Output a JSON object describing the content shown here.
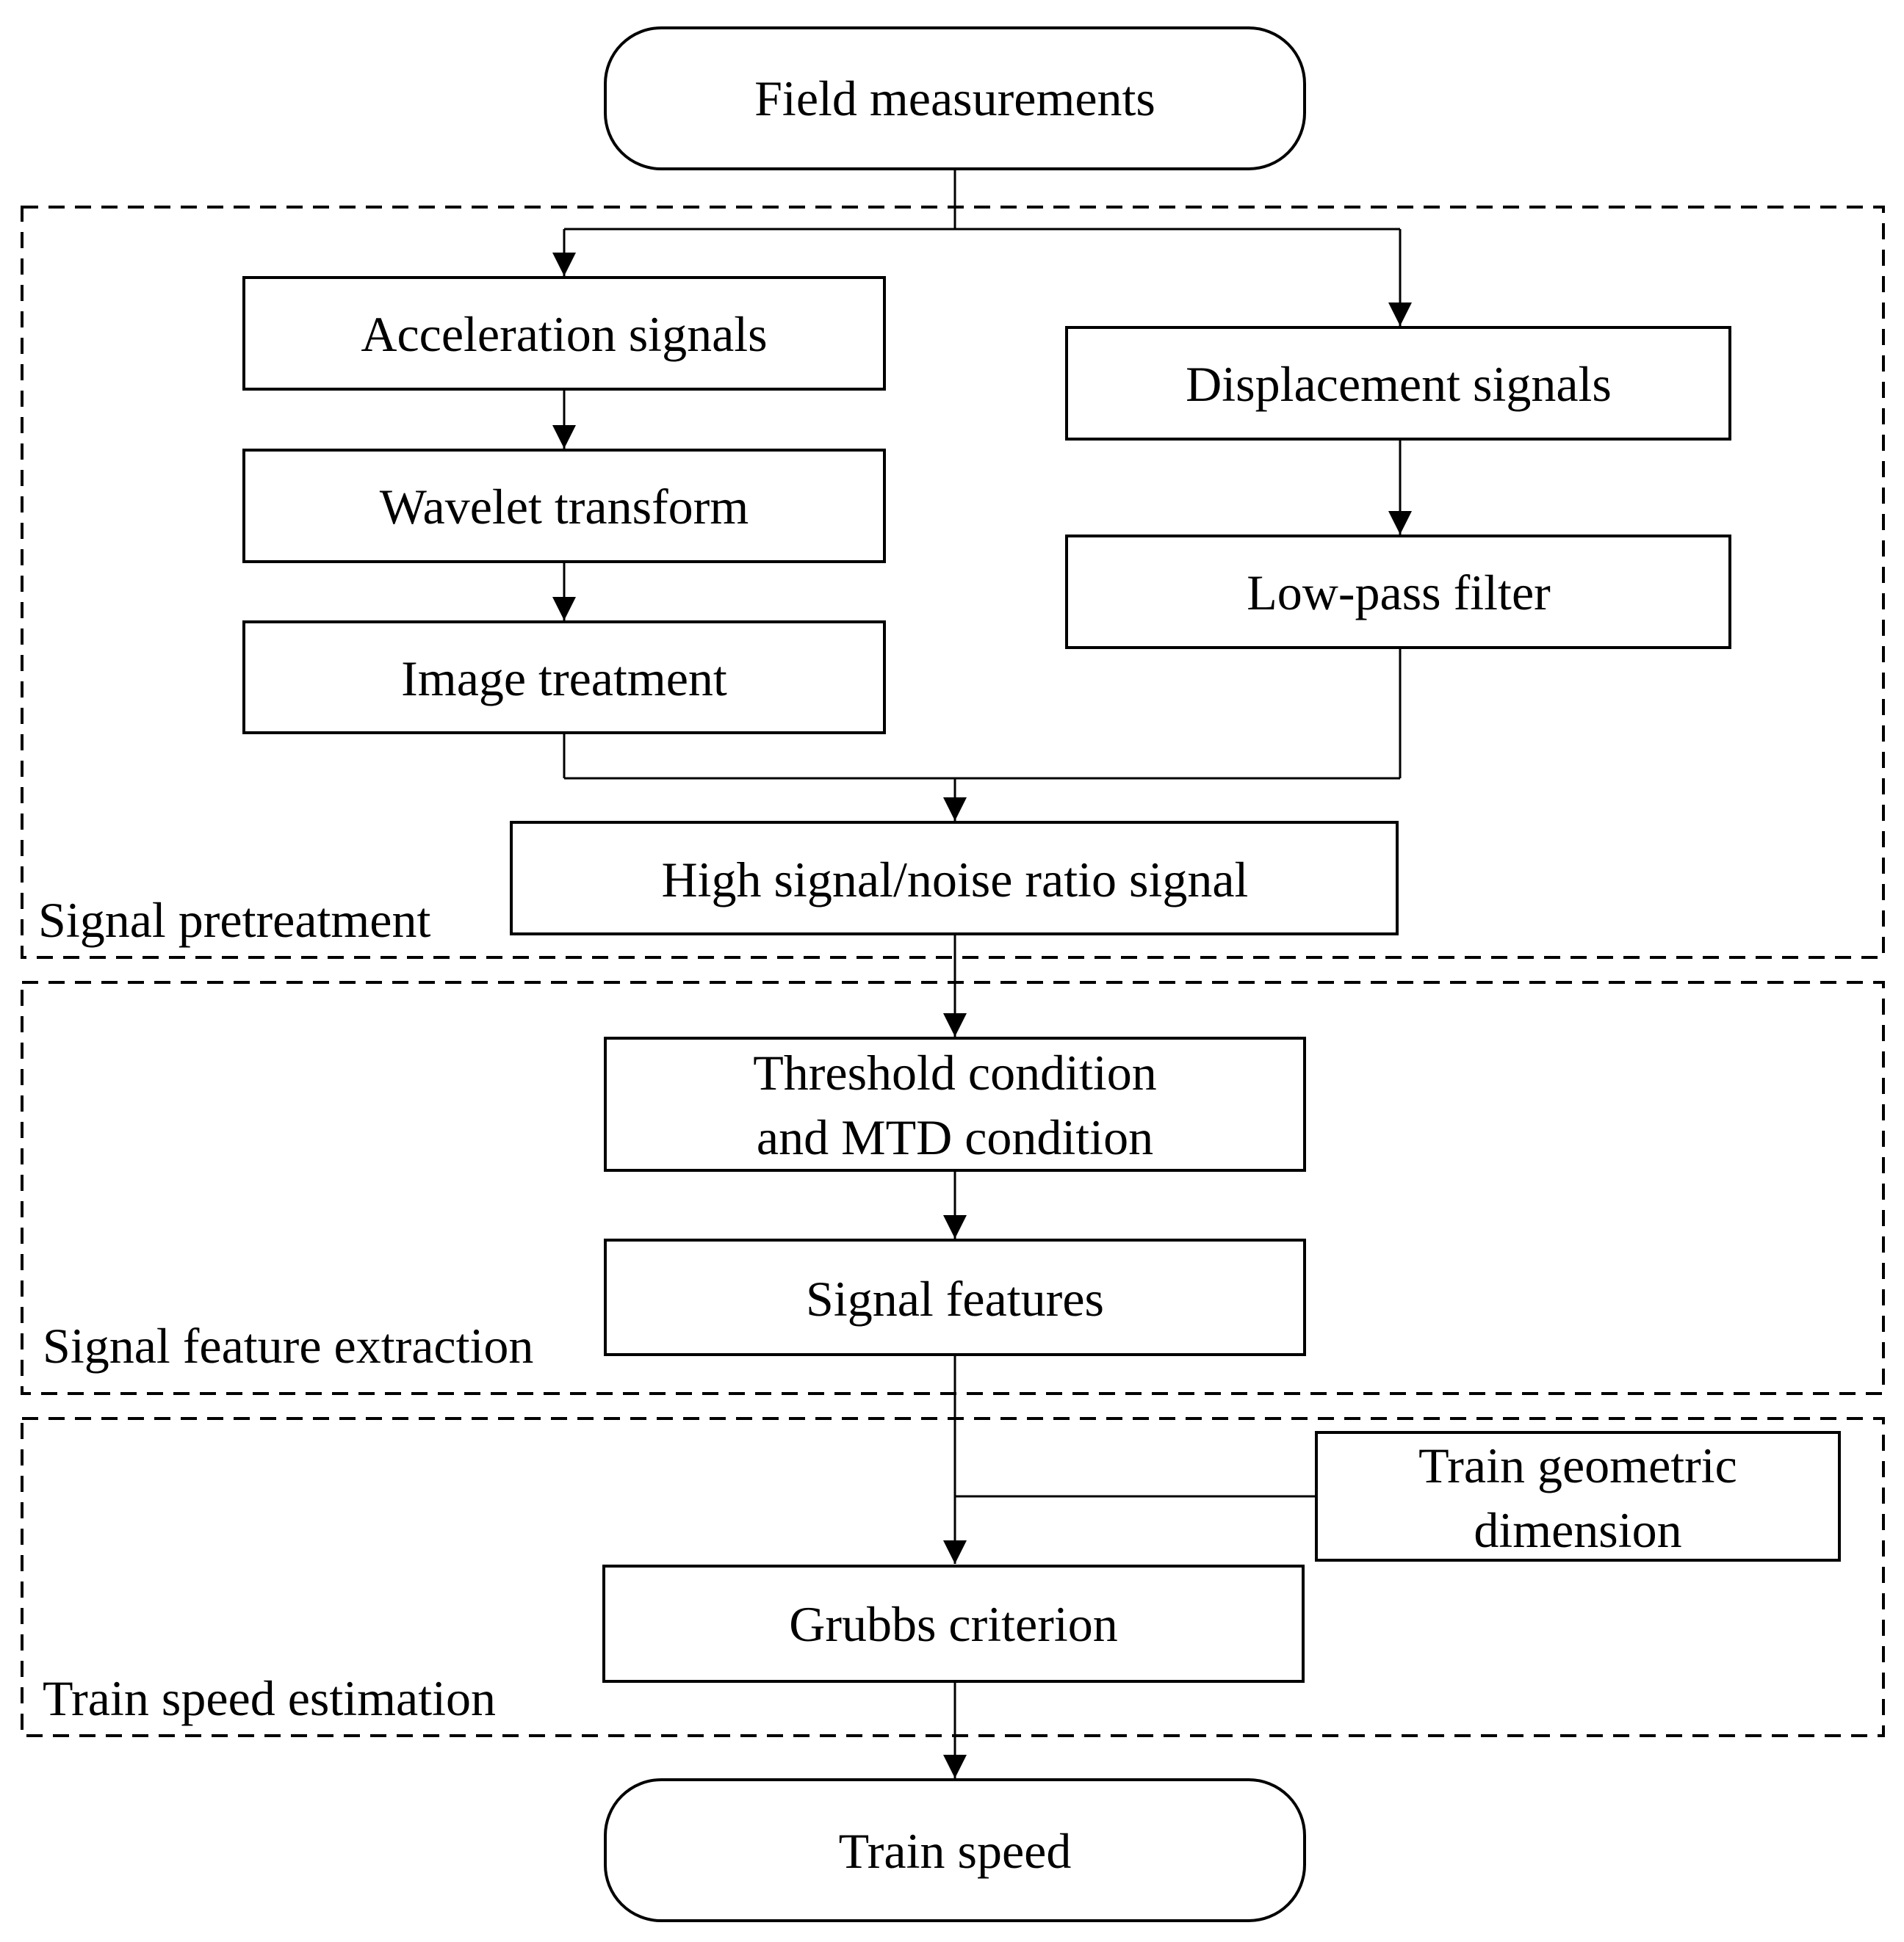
{
  "diagram": {
    "nodes": {
      "field_measurements": "Field measurements",
      "acceleration_signals": "Acceleration signals",
      "wavelet_transform": "Wavelet transform",
      "image_treatment": "Image treatment",
      "displacement_signals": "Displacement signals",
      "low_pass_filter": "Low-pass filter",
      "high_snr_signal": "High signal/noise ratio signal",
      "threshold_condition_line1": "Threshold condition",
      "threshold_condition_line2": "and MTD condition",
      "signal_features": "Signal features",
      "train_geometric_line1": "Train geometric",
      "train_geometric_line2": "dimension",
      "grubbs_criterion": "Grubbs criterion",
      "train_speed": "Train speed"
    },
    "groups": {
      "signal_pretreatment": "Signal pretreatment",
      "signal_feature_extraction": "Signal feature extraction",
      "train_speed_estimation": "Train speed estimation"
    },
    "colors": {
      "stroke": "#000000",
      "background": "#ffffff"
    }
  }
}
